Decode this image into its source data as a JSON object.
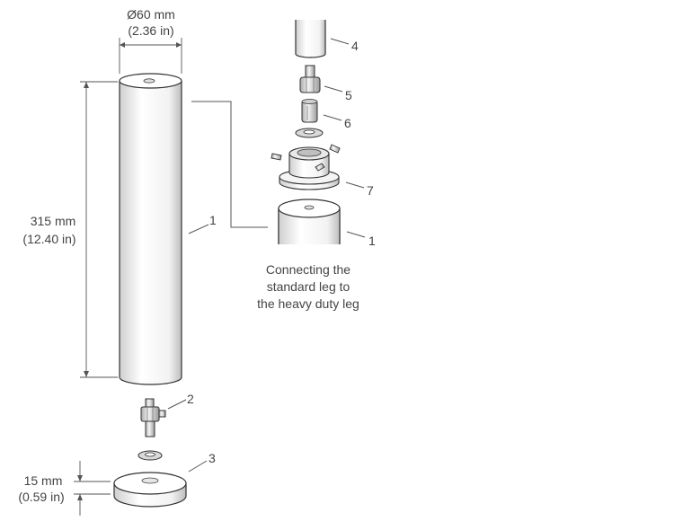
{
  "dimensions": {
    "diameter_mm": "Ø60 mm",
    "diameter_in": "(2.36 in)",
    "height_mm": "315 mm",
    "height_in": "(12.40 in)",
    "base_mm": "15 mm",
    "base_in": "(0.59 in)"
  },
  "callouts": {
    "leg_left": "1",
    "stud": "2",
    "base": "3",
    "upper_tube": "4",
    "adapter": "5",
    "coupler": "6",
    "clamp_collar": "7",
    "leg_right": "1"
  },
  "caption": {
    "line1": "Connecting the",
    "line2": "standard leg to",
    "line3": "the heavy duty leg"
  }
}
